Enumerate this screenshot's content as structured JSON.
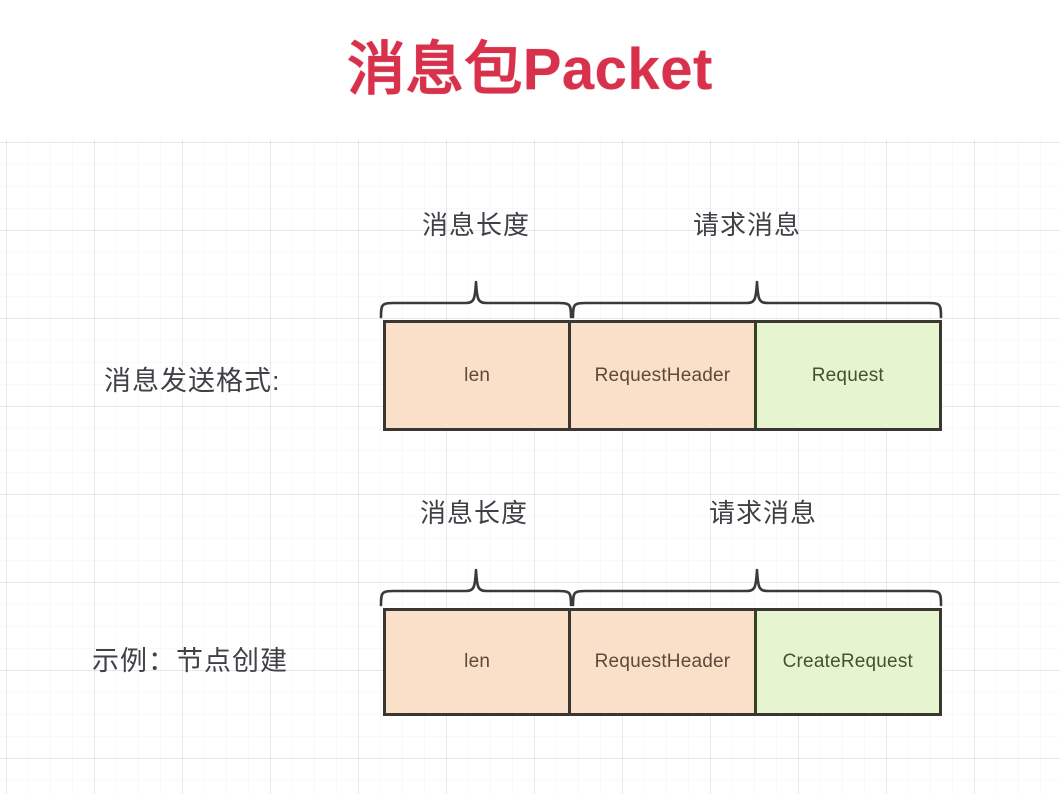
{
  "title": "消息包Packet",
  "colors": {
    "title": "#d8314c",
    "orange_fill": "#fae0c8",
    "green_fill": "#e6f5cf",
    "box_border": "#3a3733",
    "brace_stroke": "#3a3a3c",
    "text": "#3f4146"
  },
  "rows": [
    {
      "caption": "消息发送格式:",
      "braces": [
        {
          "label": "消息长度"
        },
        {
          "label": "请求消息"
        }
      ],
      "cells": [
        {
          "text": "len"
        },
        {
          "text": "RequestHeader"
        },
        {
          "text": "Request"
        }
      ]
    },
    {
      "caption": "示例：节点创建",
      "braces": [
        {
          "label": "消息长度"
        },
        {
          "label": "请求消息"
        }
      ],
      "cells": [
        {
          "text": "len"
        },
        {
          "text": "RequestHeader"
        },
        {
          "text": "CreateRequest"
        }
      ]
    }
  ]
}
